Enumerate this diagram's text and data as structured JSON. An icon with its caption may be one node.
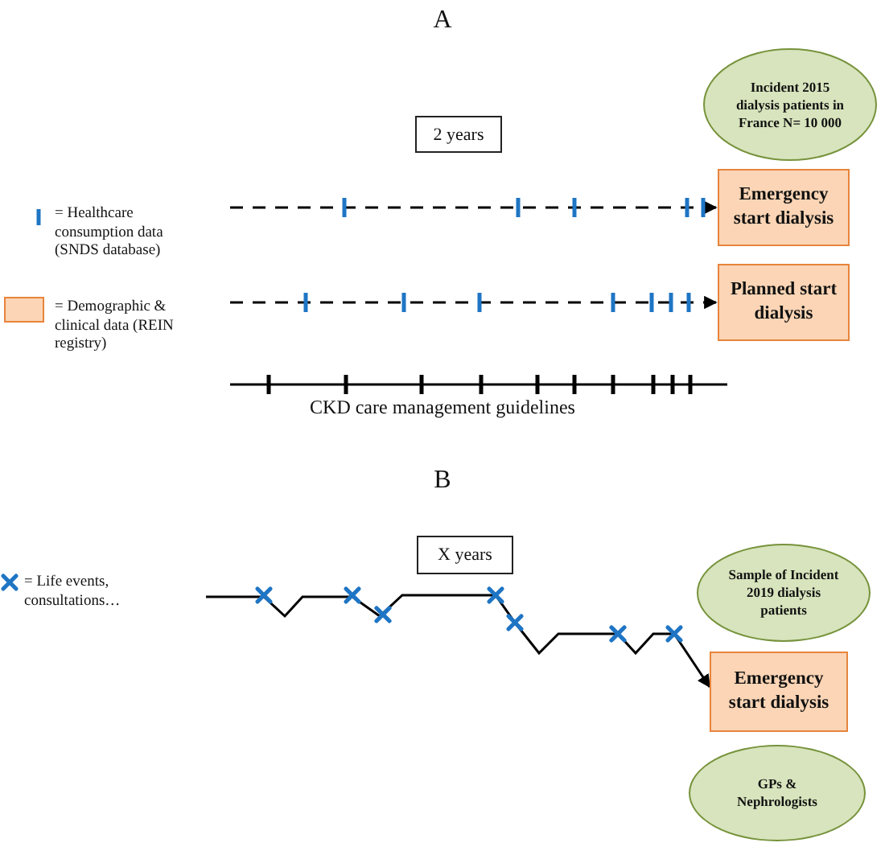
{
  "diagram": {
    "nodes": [
      {
        "text": [
          "Incident 2015 dialysis patients in France N= 10 000"
        ]
      },
      {
        "text": [
          "2 years"
        ]
      },
      {
        "text": [
          "Emergency start dialysis"
        ]
      },
      {
        "text": [
          "Planned start dialysis"
        ]
      },
      {
        "text": [
          "X years"
        ]
      },
      {
        "text": [
          "Sample of Incident 2019 dialysis patients"
        ]
      },
      {
        "text": [
          "Emergency start dialysis"
        ]
      },
      {
        "text": [
          "GPs & Nephrologists"
        ]
      }
    ],
    "edges": [
      {
        "from": null,
        "to": 2,
        "arrow": "to",
        "style": "dashed"
      },
      {
        "from": null,
        "to": 3,
        "arrow": "to",
        "style": "dashed"
      },
      {
        "from": null,
        "to": 6,
        "arrow": "to"
      }
    ],
    "labels": [
      "A",
      "CKD care management guidelines",
      "B"
    ],
    "legend": [
      {
        "text": "= Healthcare consumption data (SNDS database)"
      },
      {
        "text": "= Demographic & clinical data (REIN registry)",
        "color": "#fbd5b5"
      },
      {
        "text": "= Life events, consultations…"
      }
    ]
  }
}
